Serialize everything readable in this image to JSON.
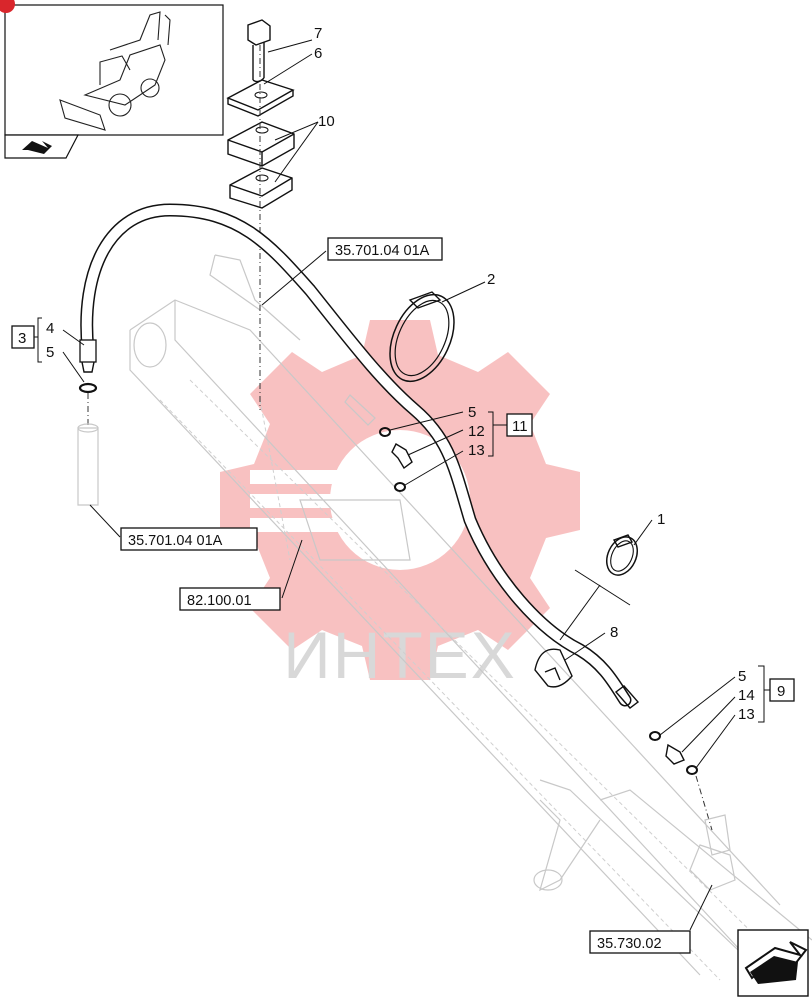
{
  "watermark": {
    "text": "ИНТЕХ",
    "color": "#f28b8b"
  },
  "references": {
    "hose_top": "35.701.04 01A",
    "pipe_left": "35.701.04 01A",
    "boom": "82.100.01",
    "cylinder": "35.730.02"
  },
  "groups": {
    "left": "3",
    "middle": "11",
    "right": "9"
  },
  "callouts": {
    "p1": "1",
    "p2": "2",
    "p4": "4",
    "p5_left": "5",
    "p5_mid": "5",
    "p12": "12",
    "p13_mid": "13",
    "p5_right": "5",
    "p14": "14",
    "p13_right": "13",
    "p6": "6",
    "p7": "7",
    "p8": "8",
    "p10": "10"
  },
  "icons": {
    "machine": "backhoe-loader-thumbnail-icon",
    "nav_small": "return-arrow-icon",
    "nav_big": "next-page-arrow-icon"
  }
}
